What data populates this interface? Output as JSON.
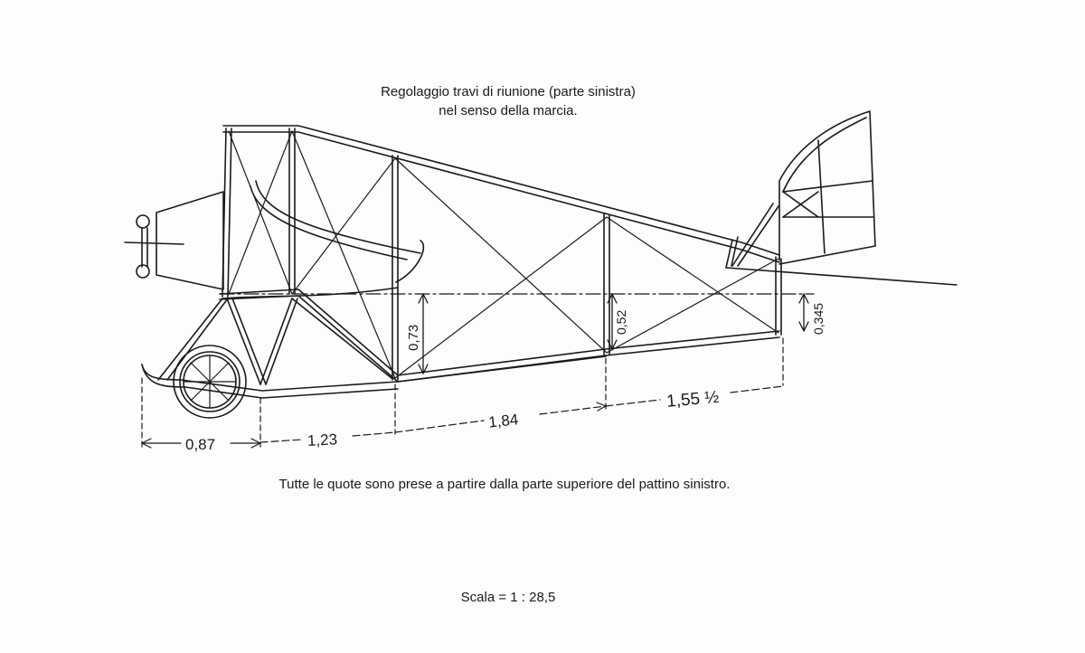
{
  "drawing": {
    "title_line_1": "Regolaggio travi di riunione (parte sinistra)",
    "title_line_2": "nel senso della marcia.",
    "note": "Tutte le quote sono prese a partire dalla parte superiore del pattino sinistro.",
    "scale": "Scala = 1 : 28,5",
    "vertical_dimensions": [
      "0,73",
      "0,52",
      "0,345"
    ],
    "horizontal_dimensions": [
      "0,87",
      "1,23",
      "1,84",
      "1,55 ½"
    ],
    "line_color": "#1a1a1a",
    "paper_color": "#fdfdfd"
  }
}
